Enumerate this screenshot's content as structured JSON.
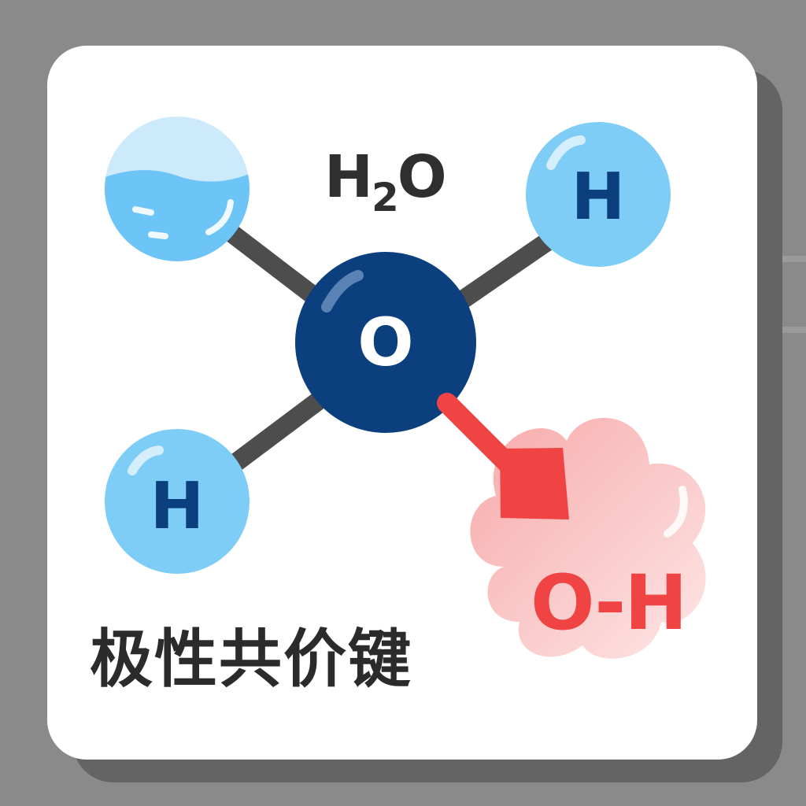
{
  "diagram": {
    "formula": {
      "main": "H",
      "subscript": "2",
      "tail": "O"
    },
    "atoms": [
      {
        "id": "oxygen-center",
        "symbol": "O",
        "color": "#0b3f7e",
        "label_color": "#ffffff"
      },
      {
        "id": "hydrogen-top-right",
        "symbol": "H",
        "color": "#7ecdf7",
        "label_color": "#0b3f7e"
      },
      {
        "id": "hydrogen-bottom-left",
        "symbol": "H",
        "color": "#7ecdf7",
        "label_color": "#0b3f7e"
      },
      {
        "id": "water-sphere-top-left",
        "symbol": "",
        "color": "#6cc4f7"
      }
    ],
    "bond_color": "#4d4d4d",
    "arrow": {
      "color": "#f04444",
      "target_label": "O-H"
    },
    "cloud_color": "#f9b8b8",
    "caption": "极性共价键"
  },
  "colors": {
    "background": "#8a8a8a",
    "card": "#ffffff",
    "card_shadow": "#646464",
    "text_dark": "#2f2f2f",
    "accent_red": "#f04444"
  }
}
